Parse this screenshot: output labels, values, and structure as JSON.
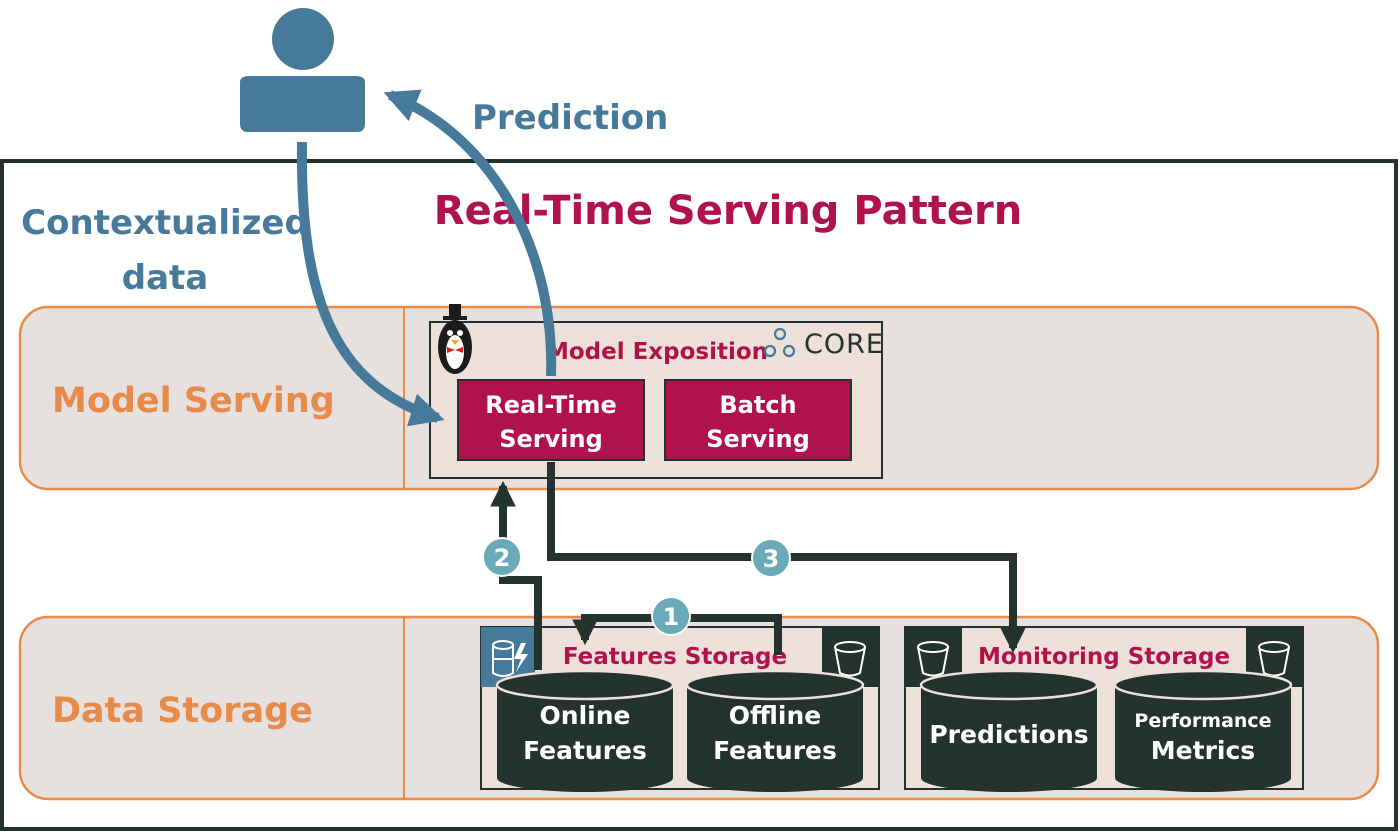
{
  "title": "Real-Time Serving Pattern",
  "user_labels": {
    "prediction": "Prediction",
    "contextualized_line1": "Contextualized",
    "contextualized_line2": "data"
  },
  "layers": {
    "model_serving": "Model Serving",
    "data_storage": "Data Storage"
  },
  "model_exposition": {
    "title": "Model Exposition",
    "logo_text": "CORE",
    "realtime_line1": "Real-Time",
    "realtime_line2": "Serving",
    "batch_line1": "Batch",
    "batch_line2": "Serving"
  },
  "features_storage": {
    "title": "Features Storage",
    "online_line1": "Online",
    "online_line2": "Features",
    "offline_line1": "Offline",
    "offline_line2": "Features"
  },
  "monitoring_storage": {
    "title": "Monitoring Storage",
    "predictions": "Predictions",
    "perf_line1": "Performance",
    "perf_line2": "Metrics"
  },
  "steps": [
    "1",
    "2",
    "3"
  ],
  "colors": {
    "blue": "#477a9a",
    "crimson": "#b0124e",
    "orange": "#e88a4a",
    "dark": "#243230",
    "teal": "#6aa9b8",
    "box_bg": "#e6e0de",
    "inner_bg": "#ece0d8"
  }
}
